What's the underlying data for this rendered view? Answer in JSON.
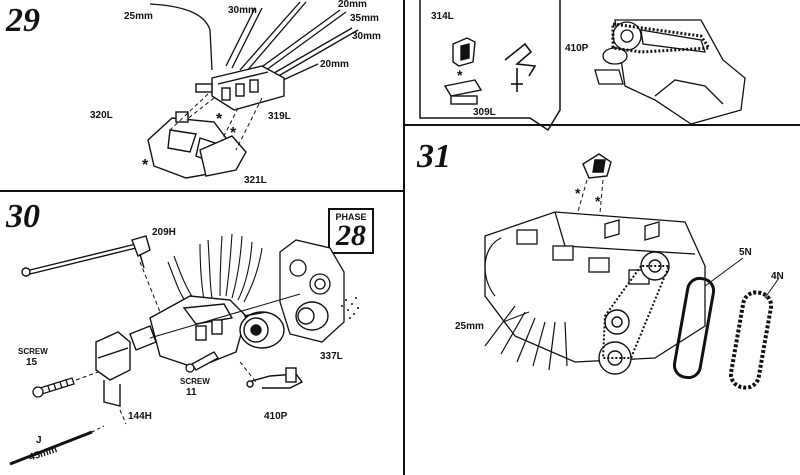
{
  "steps": {
    "s29": {
      "number": "29",
      "labels": {
        "l25mm": "25mm",
        "l30mm_a": "30mm",
        "l20mm_a": "20mm",
        "l35mm": "35mm",
        "l30mm_b": "30mm",
        "l20mm_b": "20mm",
        "p320": "320L",
        "p319": "319L",
        "p321": "321L"
      }
    },
    "inset": {
      "labels": {
        "p314": "314L",
        "p309": "309L",
        "p410": "410P"
      }
    },
    "s30": {
      "number": "30",
      "labels": {
        "p209": "209H",
        "screw15_word": "SCREW",
        "screw15_num": "15",
        "screw11_word": "SCREW",
        "screw11_num": "11",
        "p337": "337L",
        "p144": "144H",
        "p410": "410P",
        "j": "J",
        "l45mm": "45mm"
      },
      "phase": {
        "word": "PHASE",
        "number": "28"
      }
    },
    "s31": {
      "number": "31",
      "labels": {
        "l25mm": "25mm",
        "p5n": "5N",
        "p4n": "4N"
      }
    }
  }
}
